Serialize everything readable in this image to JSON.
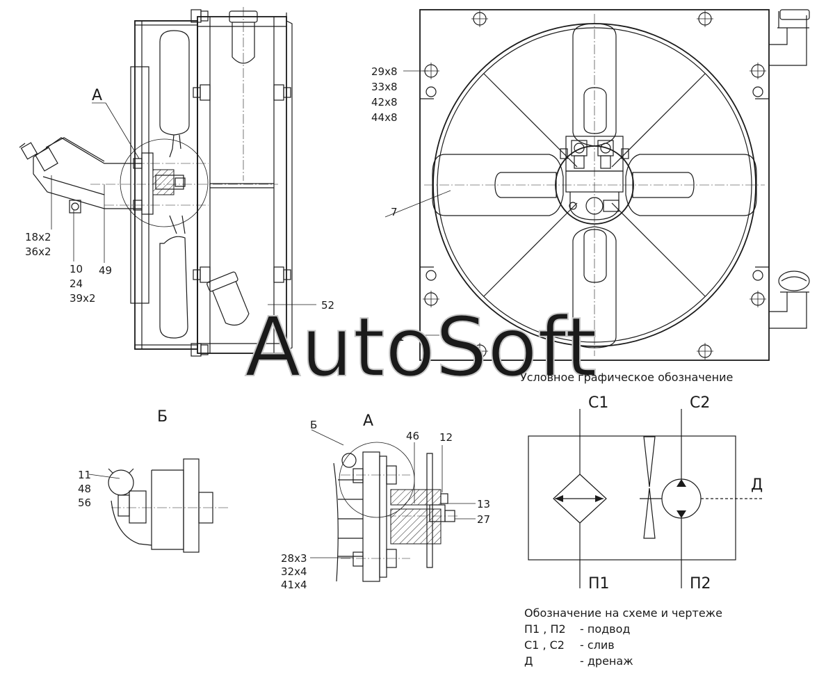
{
  "watermark": "AutoSoft",
  "views": {
    "side": {
      "label_A": "А",
      "callouts": {
        "c_18x2": "18x2",
        "c_36x2": "36x2",
        "c_10": "10",
        "c_24": "24",
        "c_39x2": "39x2",
        "c_49": "49",
        "c_52": "52"
      }
    },
    "front": {
      "callouts": {
        "c_29x8": "29x8",
        "c_33x8": "33x8",
        "c_42x8": "42x8",
        "c_44x8": "44x8",
        "c_7": "7",
        "c_1": "1"
      }
    },
    "detail_B": {
      "title": "Б",
      "callouts": {
        "c_11": "11",
        "c_48": "48",
        "c_56": "56"
      }
    },
    "detail_A": {
      "title": "А",
      "label_B": "Б",
      "callouts": {
        "c_46": "46",
        "c_12": "12",
        "c_13": "13",
        "c_27": "27",
        "c_28x3": "28x3",
        "c_32x4": "32x4",
        "c_41x4": "41x4"
      }
    }
  },
  "symbol": {
    "title": "Условное графическое обозначение",
    "ports": {
      "c1": "С1",
      "c2": "С2",
      "p1": "П1",
      "p2": "П2",
      "d": "Д"
    }
  },
  "legend": {
    "title": "Обозначение на схеме и чертеже",
    "rows": [
      {
        "key": "П1 , П2",
        "desc": "- подвод"
      },
      {
        "key": "С1 , С2",
        "desc": "- слив"
      },
      {
        "key": "Д",
        "desc": "- дренаж"
      }
    ]
  }
}
